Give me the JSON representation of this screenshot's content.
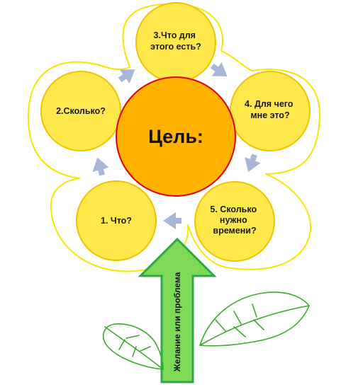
{
  "diagram": {
    "center_label": "Цель:",
    "petals": [
      {
        "id": "what",
        "lines": [
          "1. Что?"
        ]
      },
      {
        "id": "how-much",
        "lines": [
          "2.Сколько?"
        ]
      },
      {
        "id": "what-exists",
        "lines": [
          "3.Что для",
          "этого есть?"
        ]
      },
      {
        "id": "what-for",
        "lines": [
          "4. Для чего",
          "мне это?"
        ]
      },
      {
        "id": "time-needed",
        "lines": [
          "5. Сколько",
          "нужно",
          "времени?"
        ]
      }
    ],
    "stem_label": "Желание или проблема",
    "colors": {
      "petal_fill": "#FFE84B",
      "petal_stroke": "#F2C200",
      "center_fill": "#FFB300",
      "center_stroke": "#E00000",
      "outline": "#F5E800",
      "arrow": "#A8B7D9",
      "stem_fill": "#7ED957",
      "stem_stroke": "#2EA84A",
      "leaf": "#3CAA2A"
    }
  }
}
